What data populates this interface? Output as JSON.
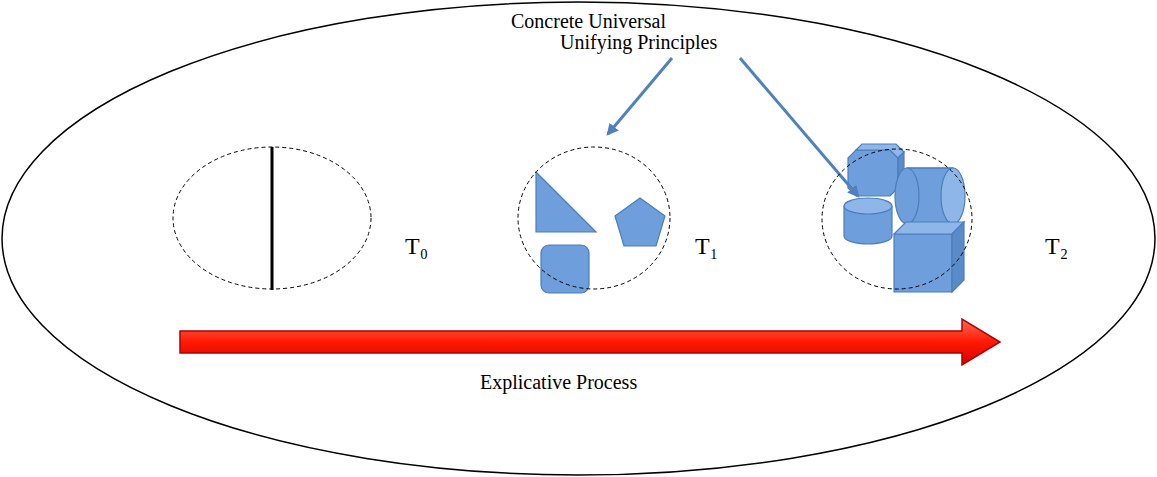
{
  "diagram": {
    "nodes": [
      {
        "text": [
          "Concrete Universal"
        ]
      },
      {
        "text": [
          "T₀"
        ],
        "in": 0
      },
      {
        "text": [
          "T₁"
        ],
        "in": 0
      },
      {
        "text": [
          "T₂"
        ],
        "in": 0
      }
    ],
    "labels": [
      "Unifying Principles",
      "Explicative Process"
    ]
  }
}
